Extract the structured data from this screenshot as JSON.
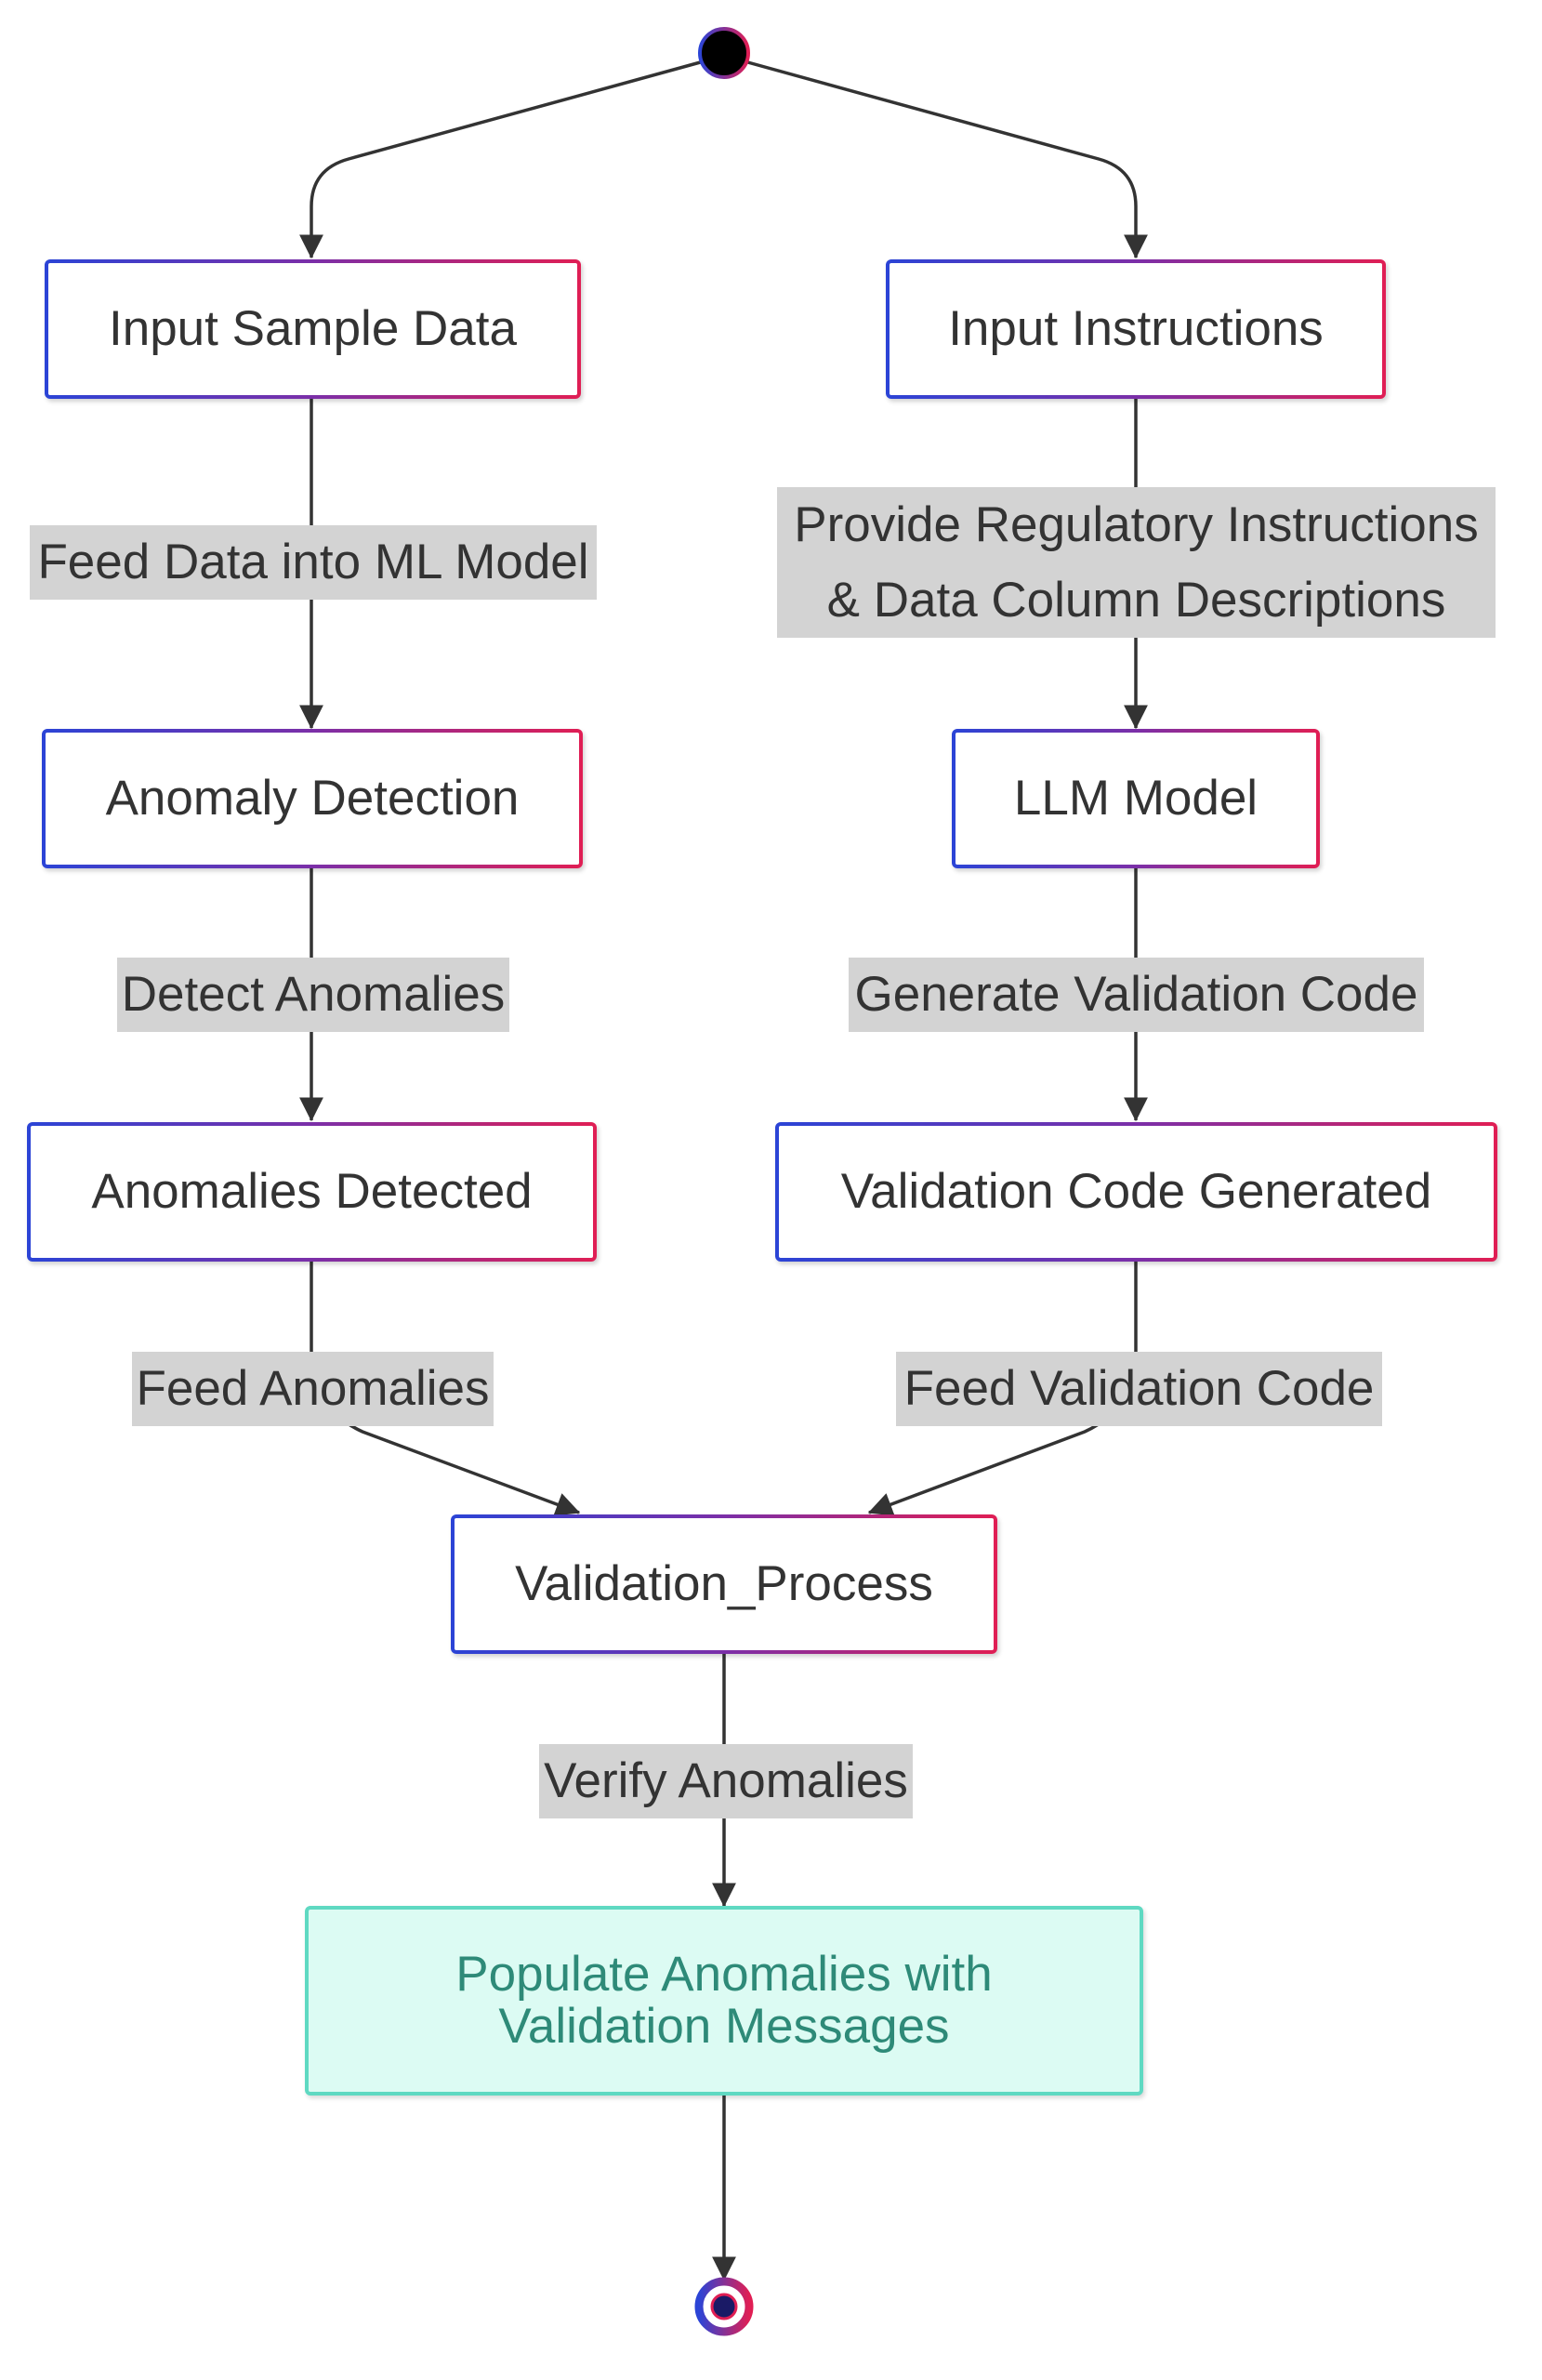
{
  "nodes": {
    "input_sample_data": "Input Sample Data",
    "input_instructions": "Input Instructions",
    "anomaly_detection": "Anomaly Detection",
    "llm_model": "LLM Model",
    "anomalies_detected": "Anomalies Detected",
    "validation_code_generated": "Validation Code Generated",
    "validation_process": "Validation_Process",
    "populate_line1": "Populate Anomalies with",
    "populate_line2": "Validation Messages"
  },
  "edge_labels": {
    "feed_data": "Feed Data into ML Model",
    "provide_line1": "Provide Regulatory Instructions",
    "provide_line2": "& Data Column Descriptions",
    "detect_anomalies": "Detect Anomalies",
    "generate_code": "Generate Validation Code",
    "feed_anomalies": "Feed Anomalies",
    "feed_validation_code": "Feed Validation Code",
    "verify_anomalies": "Verify Anomalies"
  },
  "colors": {
    "border_start": "#2b44d6",
    "border_end": "#e01e54",
    "final_fill": "#dcfbf3",
    "final_border": "#5fd9c2",
    "final_text": "#2e8a78",
    "label_fill": "#d3d3d3",
    "edge": "#333333"
  }
}
